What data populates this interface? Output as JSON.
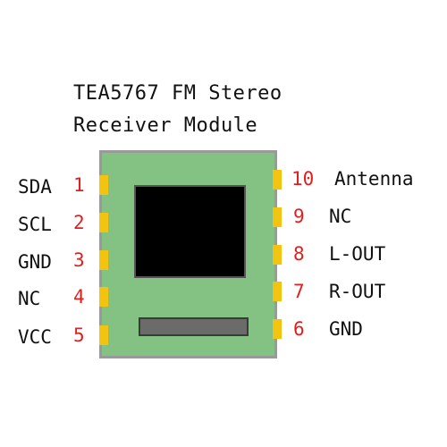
{
  "title": {
    "line1": "TEA5767 FM Stereo",
    "line2": "Receiver Module"
  },
  "pins_left": [
    {
      "number": "1",
      "label": "SDA"
    },
    {
      "number": "2",
      "label": "SCL"
    },
    {
      "number": "3",
      "label": "GND"
    },
    {
      "number": "4",
      "label": "NC"
    },
    {
      "number": "5",
      "label": "VCC"
    }
  ],
  "pins_right": [
    {
      "number": "10",
      "label": "Antenna"
    },
    {
      "number": "9",
      "label": "NC"
    },
    {
      "number": "8",
      "label": "L-OUT"
    },
    {
      "number": "7",
      "label": "R-OUT"
    },
    {
      "number": "6",
      "label": "GND"
    }
  ],
  "colors": {
    "board": "#83c283",
    "board_border": "#9a9a9a",
    "pad": "#f2c40f",
    "pin_number": "#e02020",
    "chip": "#000000",
    "slot": "#6b6b6b"
  }
}
